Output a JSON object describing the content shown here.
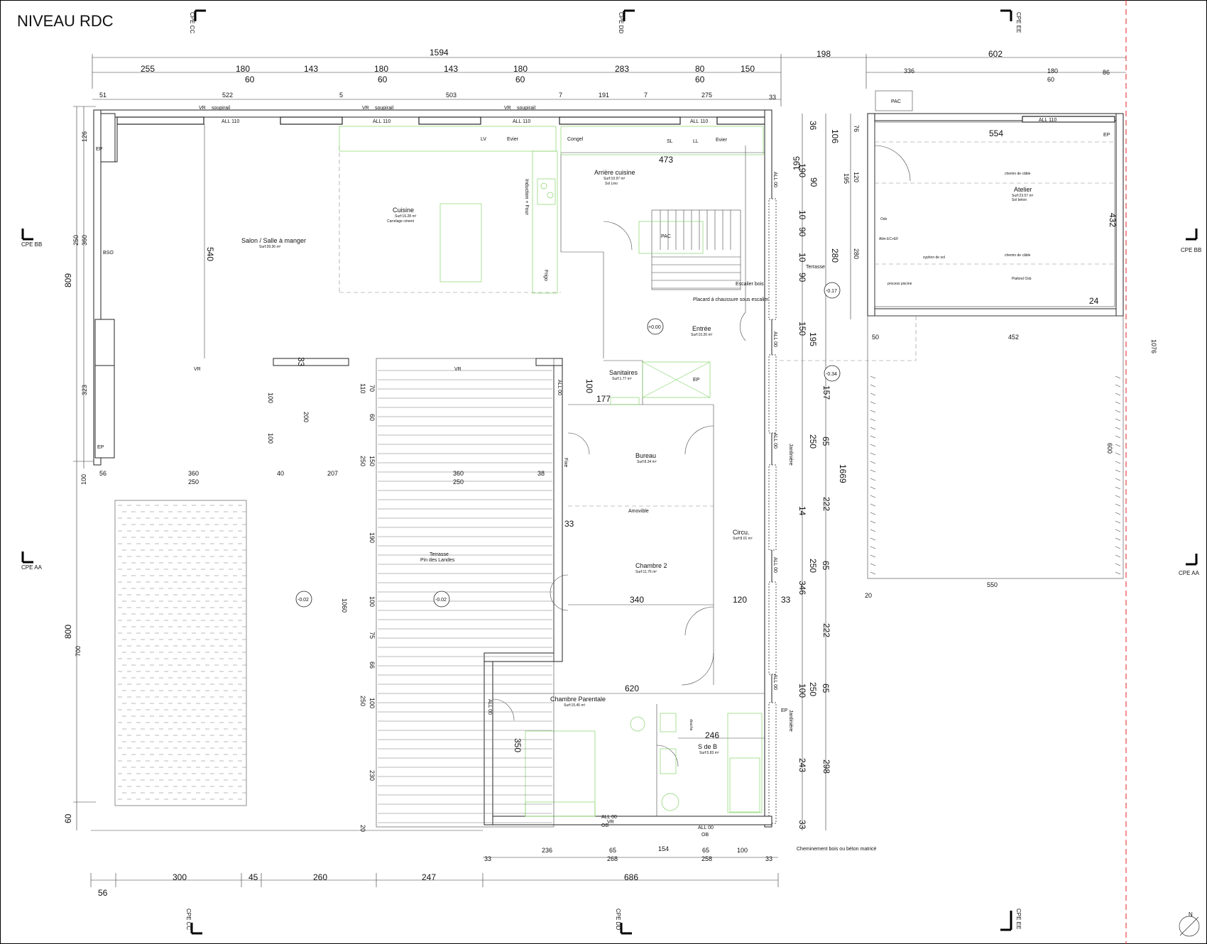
{
  "title": "NIVEAU RDC",
  "cpe": {
    "cc": "CPE CC",
    "dd": "CPE DD",
    "ee": "CPE EE",
    "bb": "CPE BB",
    "aa": "CPE AA"
  },
  "dimensions": {
    "overall_top": "1594",
    "gap_top": "198",
    "annex_top": "602",
    "top_chain": [
      "255",
      "180",
      "143",
      "180",
      "143",
      "180",
      "283",
      "80",
      "150"
    ],
    "top_sub": [
      "60",
      "60",
      "60",
      "60"
    ],
    "inner_chain": [
      "51",
      "522",
      "5",
      "503",
      "7",
      "191",
      "7",
      "275",
      "33"
    ],
    "annex_chain": [
      "336",
      "180",
      "86"
    ],
    "annex_sub": "60",
    "bottom_chain": [
      "56",
      "300",
      "45",
      "260",
      "247",
      "686"
    ],
    "bottom_detail": [
      "33",
      "236",
      "65",
      "154",
      "65",
      "100",
      "33",
      "268",
      "258"
    ],
    "left_outer": [
      "809",
      "800",
      "60"
    ],
    "left_inner": [
      "126",
      "360",
      "250",
      "323",
      "100",
      "700"
    ],
    "right_chain": [
      "36",
      "106",
      "190",
      "195",
      "90",
      "10",
      "90",
      "10",
      "90",
      "280",
      "150",
      "195",
      "157",
      "65",
      "250",
      "1669",
      "222",
      "14",
      "65",
      "250",
      "346",
      "222",
      "100",
      "65",
      "250",
      "243",
      "298",
      "33"
    ],
    "annex_right": [
      "76",
      "195",
      "120",
      "280",
      "432",
      "1076",
      "600",
      "24"
    ],
    "interior": [
      "473",
      "540",
      "33",
      "100",
      "177",
      "340",
      "120",
      "33",
      "620",
      "350",
      "246",
      "33",
      "554",
      "452",
      "550",
      "50",
      "20",
      "1060",
      "360",
      "250",
      "360",
      "250",
      "40",
      "207",
      "38",
      "56",
      "100",
      "200",
      "100",
      "70",
      "110",
      "60",
      "150",
      "250",
      "190",
      "100",
      "75",
      "66",
      "100",
      "250",
      "230",
      "20"
    ]
  },
  "rooms": {
    "salon": {
      "name": "Salon / Salle à manger",
      "area": "Surf:39.36 m²"
    },
    "cuisine": {
      "name": "Cuisine",
      "area": "Surf:16.28 m²",
      "floor": "Carrelage ciment"
    },
    "arriere_cuisine": {
      "name": "Arrière cuisine",
      "area": "Surf:10.97 m²",
      "floor": "Sol Lino"
    },
    "entree": {
      "name": "Entrée",
      "area": "Surf:10.26 m²"
    },
    "sanitaires": {
      "name": "Sanitaires",
      "area": "Surf:1.77 m²"
    },
    "bureau": {
      "name": "Bureau",
      "area": "Surf:8.34 m²"
    },
    "chambre2": {
      "name": "Chambre 2",
      "area": "Surf:11.76 m²"
    },
    "circu": {
      "name": "Circu.",
      "area": "Surf:8.01 m²"
    },
    "chambre_parentale": {
      "name": "Chambre Parentale",
      "area": "Surf:15.45 m²"
    },
    "sdb": {
      "name": "S de B",
      "area": "Surf:5.83 m²"
    },
    "atelier": {
      "name": "Atelier",
      "area": "Surf:23.57 m²",
      "floor": "Sol béton"
    },
    "terrasse": {
      "name": "Terrasse",
      "sub": "Pin des Landes"
    }
  },
  "labels": {
    "vr": "VR",
    "soupirail": "soupirail",
    "all110": "ALL 110",
    "all00": "ALL 00",
    "lv": "LV",
    "evier": "Evier",
    "congel": "Congel",
    "sl": "SL",
    "ll": "LL",
    "induction": "Induction + Four",
    "frigo": "Frigo",
    "pac": "PAC",
    "escalier": "Escalier bois",
    "placard": "Placard à chaussure sous escalier",
    "amovible": "Amovible",
    "ep": "EP",
    "terrasse_ext": "Terrasse",
    "jardiniere": "Jardinière",
    "fixe": "Fixe",
    "ob": "OB",
    "cheminement": "Cheminement bois ou béton matricé",
    "chemin_cable": "chemin de câble",
    "osb": "Osb",
    "syphon": "syphon de sol",
    "process": "process piscine",
    "plafond": "Plafond Osb",
    "alim": "Alim EC+EF",
    "bso": "BSO",
    "douche": "douche"
  },
  "levels": {
    "entree": "+0.00",
    "exterior": "-0.17",
    "jardin": "-0.34",
    "terrasse_l": "-0.02",
    "terrasse_r": "-0.02"
  },
  "north": "N"
}
